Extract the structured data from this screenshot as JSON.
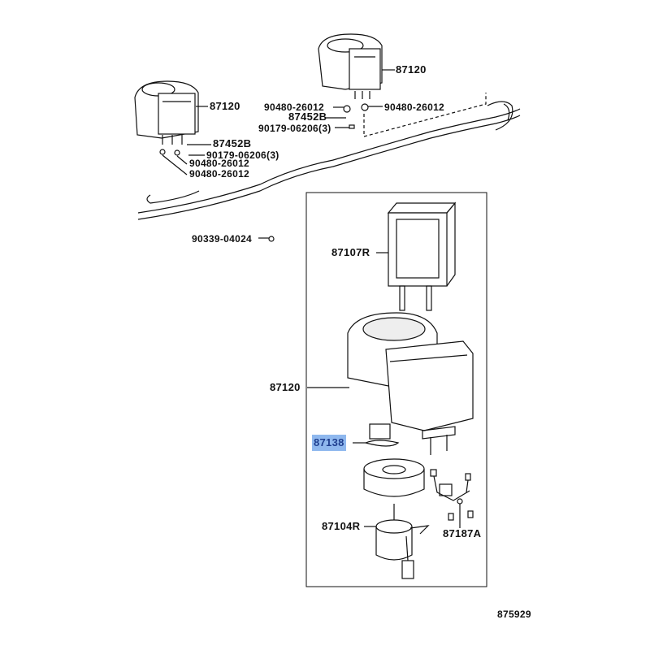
{
  "diagram": {
    "highlight_color": "#8fb8ee",
    "labels": {
      "top_unit": "87120",
      "top_grommet_left": "90480-26012",
      "top_grommet_right": "90480-26012",
      "top_bracket": "87452B",
      "top_screw": "90179-06206(3)",
      "left_unit": "87120",
      "left_bracket": "87452B",
      "left_screw": "90179-06206(3)",
      "left_grommet_1": "90480-26012",
      "left_grommet_2": "90480-26012",
      "clip": "90339-04024",
      "heater_core": "87107R",
      "blower_assembly": "87120",
      "resistor": "87138",
      "motor": "87104R",
      "wire_harness": "87187A",
      "diagram_number": "875929"
    }
  }
}
